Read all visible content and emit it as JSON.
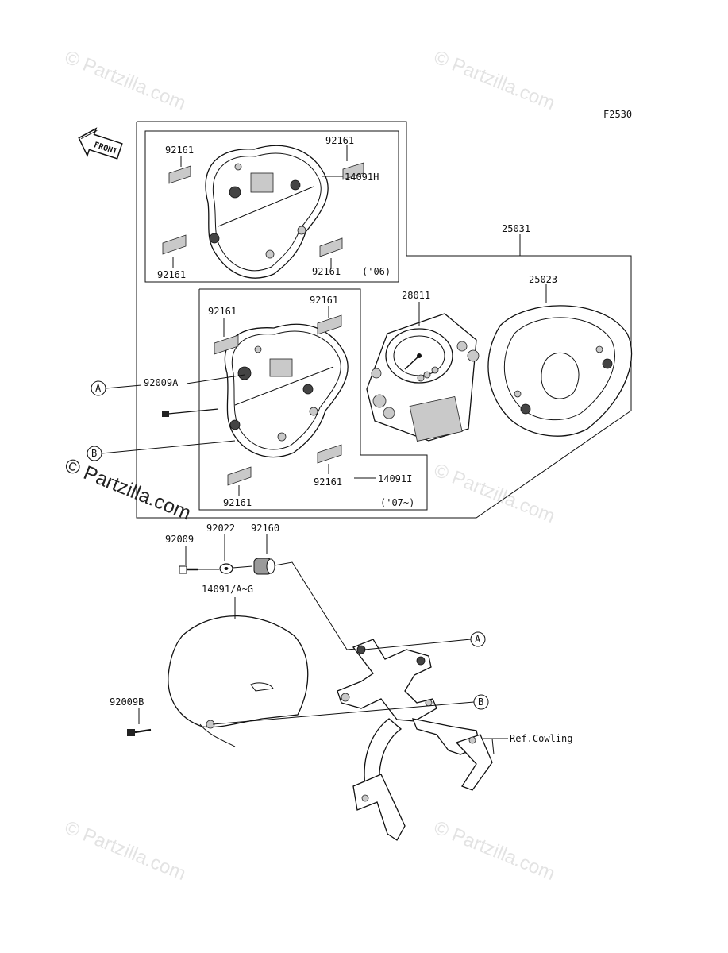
{
  "figure_code": "F2530",
  "front_label": "FRONT",
  "watermark": "© Partzilla.com",
  "watermark_prominent": "© Partzilla.com",
  "parts": {
    "p25031": "25031",
    "p25023": "25023",
    "p28011": "28011",
    "p92161_1": "92161",
    "p92161_2": "92161",
    "p92161_3": "92161",
    "p92161_4": "92161",
    "p92161_5": "92161",
    "p92161_6": "92161",
    "p92161_7": "92161",
    "p92161_8": "92161",
    "p14091H": "14091H",
    "p14091I": "14091I",
    "p92009A": "92009A",
    "p92009": "92009",
    "p92022": "92022",
    "p92160": "92160",
    "p14091AG": "14091/A~G",
    "p92009B": "92009B",
    "ref_cowling": "Ref.Cowling"
  },
  "year_notes": {
    "y06": "('06)",
    "y07": "('07~)"
  },
  "callouts": {
    "A": "A",
    "B": "B"
  }
}
